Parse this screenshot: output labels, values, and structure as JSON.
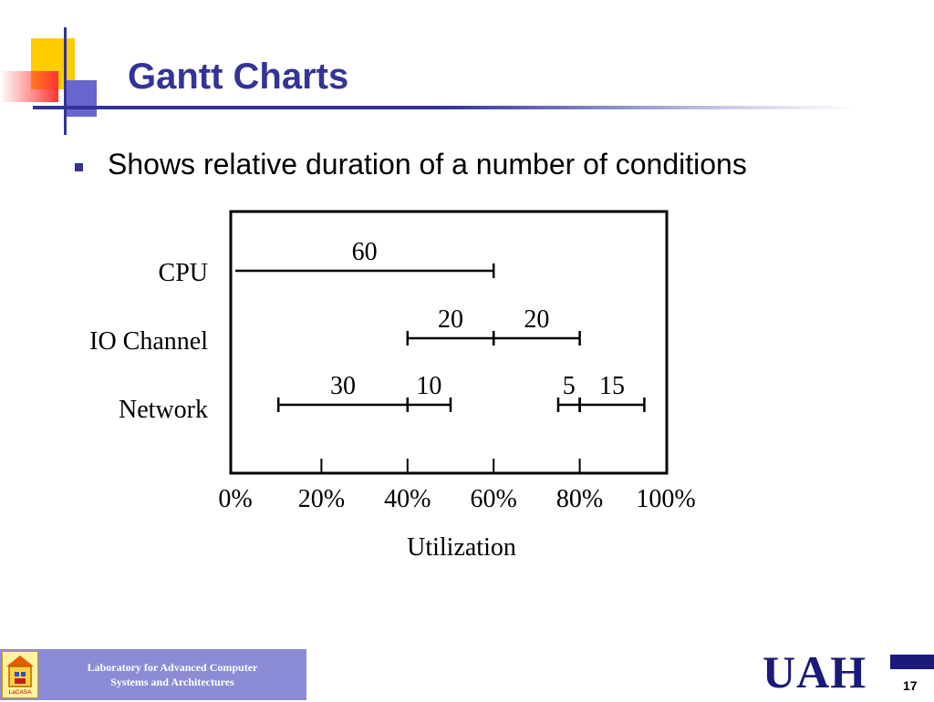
{
  "slide": {
    "title": "Gantt Charts",
    "bullet": "Shows relative duration of a number of conditions",
    "page_number": "17"
  },
  "footer": {
    "lab_line1": "Laboratory for Advanced Computer",
    "lab_line2": "Systems and Architectures",
    "lab_logo": "LaCASA",
    "university_logo": "UAH"
  },
  "colors": {
    "accent": "#333399",
    "deco_yellow": "#ffcc00",
    "deco_red": "#ff3333",
    "footer_band": "#8c8cd6"
  },
  "chart_data": {
    "type": "gantt",
    "xlabel": "Utilization",
    "xlim": [
      0,
      100
    ],
    "xticks": [
      0,
      20,
      40,
      60,
      80,
      100
    ],
    "xtick_labels": [
      "0%",
      "20%",
      "40%",
      "60%",
      "80%",
      "100%"
    ],
    "rows": [
      {
        "label": "CPU",
        "segments": [
          {
            "start": 0,
            "end": 60,
            "label": "60"
          }
        ]
      },
      {
        "label": "IO Channel",
        "segments": [
          {
            "start": 40,
            "end": 60,
            "label": "20"
          },
          {
            "start": 60,
            "end": 80,
            "label": "20"
          }
        ]
      },
      {
        "label": "Network",
        "segments": [
          {
            "start": 10,
            "end": 40,
            "label": "30"
          },
          {
            "start": 40,
            "end": 50,
            "label": "10"
          },
          {
            "start": 75,
            "end": 80,
            "label": "5"
          },
          {
            "start": 80,
            "end": 95,
            "label": "15"
          }
        ]
      }
    ]
  }
}
